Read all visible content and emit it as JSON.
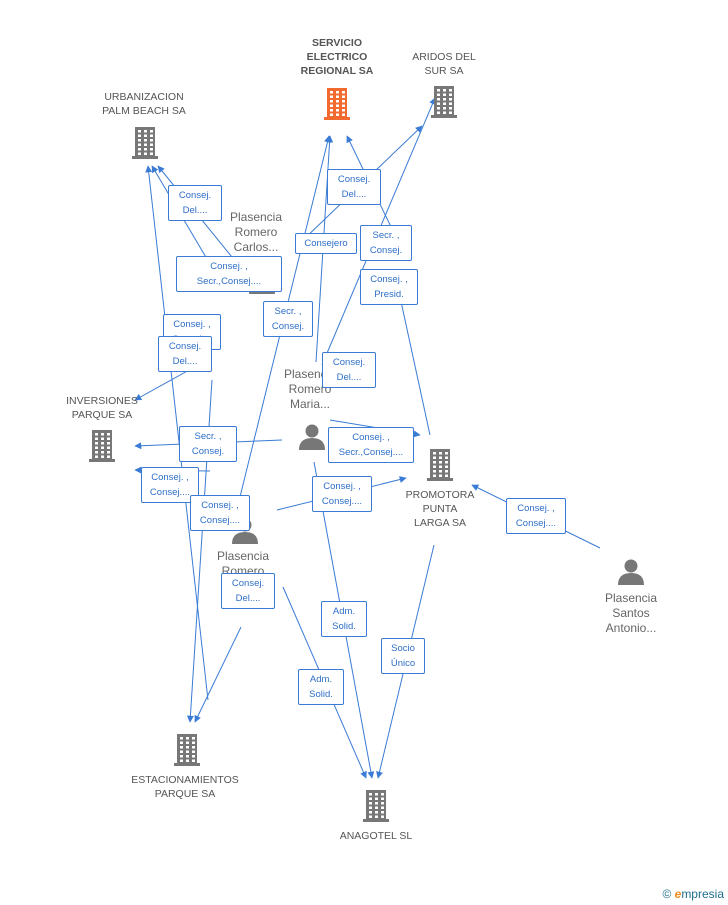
{
  "colors": {
    "edge": "#3a7bd5",
    "node_default": "#777777",
    "node_focus": "#f26a30"
  },
  "nodes": {
    "servicio": {
      "label": "SERVICIO\nELECTRICO\nREGIONAL SA",
      "type": "company",
      "focus": true,
      "icon": "building-icon"
    },
    "aridos": {
      "label": "ARIDOS DEL\nSUR SA",
      "type": "company",
      "icon": "building-icon"
    },
    "urbanizacion": {
      "label": "URBANIZACION\nPALM BEACH SA",
      "type": "company",
      "icon": "building-icon"
    },
    "inversiones": {
      "label": "INVERSIONES\nPARQUE SA",
      "type": "company",
      "icon": "building-icon"
    },
    "promotora": {
      "label": "PROMOTORA\nPUNTA\nLARGA SA",
      "type": "company",
      "icon": "building-icon"
    },
    "estacionamientos": {
      "label": "ESTACIONAMIENTOS\nPARQUE SA",
      "type": "company",
      "icon": "building-icon"
    },
    "anagotel": {
      "label": "ANAGOTEL SL",
      "type": "company",
      "icon": "building-icon"
    },
    "carlos": {
      "label": "Plasencia\nRomero\nCarlos...",
      "type": "person",
      "icon": "person-icon"
    },
    "maria": {
      "label": "Plasencia\nRomero\nMaria...",
      "type": "person",
      "icon": "person-icon"
    },
    "jose": {
      "label": "Plasencia\nRomero\nJo...",
      "type": "person",
      "icon": "person-icon"
    },
    "santos": {
      "label": "Plasencia\nSantos\nAntonio...",
      "type": "person",
      "icon": "person-icon"
    }
  },
  "edge_labels": [
    "Consej.\nDel....",
    "Consej.\nDel....",
    "Consejero",
    "Secr. ,\nConsej.",
    "Consej. ,\nSecr.,Consej....",
    "Consej. ,\nPresid.",
    "Secr. ,\nConsej.",
    "Consej. ,\nConsej....",
    "Consej.\nDel....",
    "Consej.\nDel....",
    "Secr. ,\nConsej.",
    "Consej. ,\nSecr.,Consej....",
    "Consej. ,\nConsej....",
    "Consej. ,\nConsej....",
    "Consej. ,\nConsej....",
    "Consej. ,\nConsej....",
    "Consej.\nDel....",
    "Adm.\nSolid.",
    "Socio\nÚnico",
    "Adm.\nSolid."
  ],
  "footer": {
    "copyright": "©",
    "brand_initial": "e",
    "brand_rest": "mpresia"
  }
}
